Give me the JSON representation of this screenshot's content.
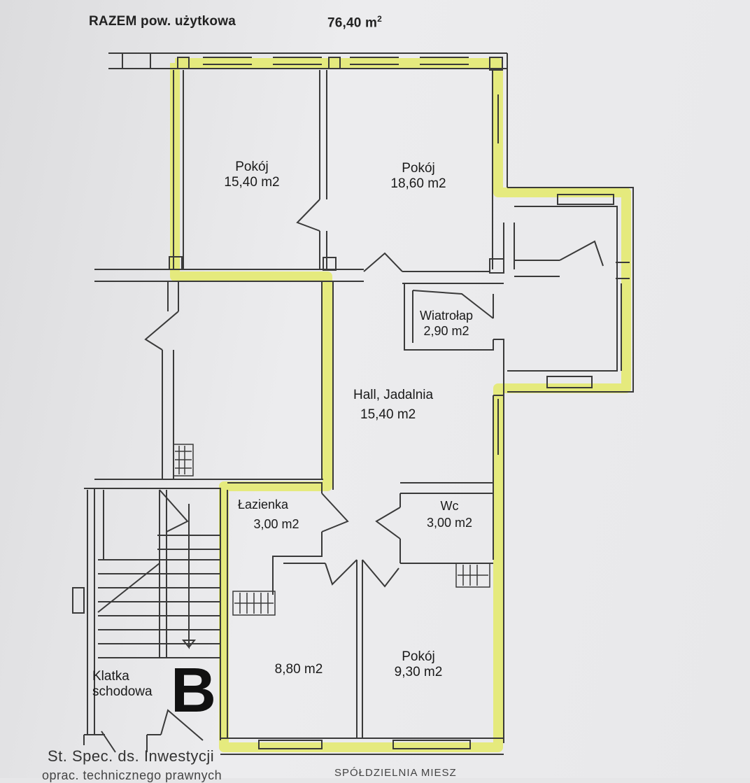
{
  "header": {
    "label": "RAZEM  pow. użytkowa",
    "area_value": "76,40 m",
    "area_unit_sup": "2"
  },
  "rooms": [
    {
      "name": "Pokój",
      "area": "15,40 m2"
    },
    {
      "name": "Pokój",
      "area": "18,60 m2"
    },
    {
      "name": "Wiatrołap",
      "area": "2,90 m2"
    },
    {
      "name": "Hall, Jadalnia",
      "area": "15,40 m2"
    },
    {
      "name": "Łazienka",
      "area": "3,00 m2"
    },
    {
      "name": "Wc",
      "area": "3,00 m2"
    },
    {
      "name": "",
      "area": "8,80 m2"
    },
    {
      "name": "Pokój",
      "area": "9,30 m2"
    }
  ],
  "stairwell": {
    "name_line1": "Klatka",
    "name_line2": "schodowa",
    "letter": "B"
  },
  "footer": {
    "line1": "St. Spec. ds. Inwestycji",
    "line2": "SPÓŁDZIELNIA MIESZ",
    "line3": "oprac. technicznego prawnych"
  },
  "colors": {
    "wall": "#3a3a3a",
    "highlight": "#e4ea6a",
    "paper": "#e6e6e8"
  }
}
